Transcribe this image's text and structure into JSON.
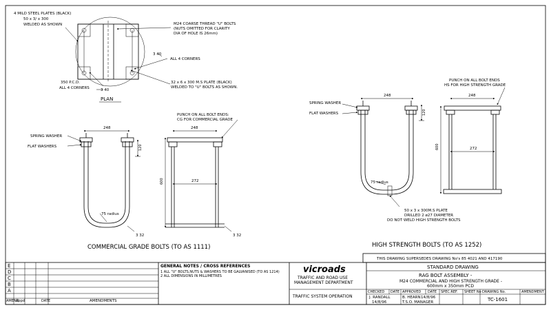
{
  "plan": {
    "label_plates": "4 MILD STEEL PLATES (BLACK)",
    "label_plates_size": "50 x 3/ x 300",
    "label_plates_weld": "WELDED AS SHOWN",
    "label_ubolts": "M24 COARSE THREAD \"U\" BOLTS",
    "label_nuts": "(NUTS OMITTED FOR CLARITY",
    "label_hole": "DIA OF HOLE IS 26mm)",
    "label_corner_dim": "3 40",
    "label_all_corners": "ALL 4 CORNERS",
    "label_pcd": "350 P.C.D.",
    "label_pcd_corners": "ALL 4 CORNERS",
    "label_pcd_dim": "3 40",
    "label_ms_plate": "32 x 6 x 300 M.S PLATE (BLACK)",
    "label_ms_weld": "WELDED TO \"U\" BOLTS AS SHOWN.",
    "title": "PLAN"
  },
  "commercial": {
    "punch_note_1": "PUNCH ON ALL BOLT ENDS:",
    "punch_note_2": "CG FOR COMMERCIAL GRADE",
    "dim_left_248": "248",
    "dim_right_248": "248",
    "spring_washer": "SPRING WASHER",
    "flat_washers": "FLAT WASHERS",
    "dim_120": "120",
    "dim_600": "600",
    "dim_272": "272",
    "radius": "75 radius",
    "dim_32_left": "3 32",
    "dim_32_right": "3 32",
    "title": "COMMERCIAL GRADE BOLTS (TO AS 1111)"
  },
  "high": {
    "punch_note_1": "PUNCH ON ALL BOLT ENDS",
    "punch_note_2": "HS FOR HIGH STRENGTH GRADE",
    "dim_left_248": "248",
    "dim_right_248": "248",
    "spring_washer": "SPRING WASHER",
    "flat_washers": "FLAT WASHERS",
    "dim_120": "120",
    "dim_600": "600",
    "dim_272": "272",
    "radius": "75 radius",
    "plate_note_1": "50 x 3 x 300M.S PLATE",
    "plate_note_2": "DRILLED 2 ø27 DIAMETER",
    "plate_note_3": "DO NOT WELD HIGH STRENGTH BOLTS",
    "title": "HIGH STRENGTH BOLTS (TO AS 1252)"
  },
  "supersedes": "THIS DRAWING SUPERSEDES DRAWING No's 85 4021 AND 417190",
  "title_block": {
    "revisions": [
      "E",
      "D",
      "C",
      "B",
      "A"
    ],
    "col_amend": "AMEND",
    "col_appd": "Appd",
    "col_date": "DATE",
    "col_amendments": "AMENDMENTS",
    "general_notes_title": "GENERAL NOTES / CROSS REFERENCES",
    "note_1": "1 ALL \"U\" BOLTS,NUTS & WASHERS TO BE GALVANISED (TO AS 1214)",
    "note_2": "2 ALL DIMENSIONS IN MILLIMETRES",
    "logo": "vicroads",
    "dept_1": "TRAFFIC AND ROAD USE",
    "dept_2": "MANAGEMENT DEPARTMENT",
    "dept_3": "TRAFFIC SYSTEM OPERATION",
    "standard": "STANDARD DRAWING",
    "drawing_title_1": "RAG BOLT ASSEMBLY -",
    "drawing_title_2": "M24 COMMERCIAL AND HIGH STRENGTH GRADE -",
    "drawing_title_3": "600mm x 350mm PCD",
    "checked_label": "CHECKED",
    "checked_date_label": "DATE",
    "checked_by": "J. RANDALL",
    "checked_date": "14/8/96",
    "approved_label": "APPROVED",
    "approved_date_label": "DATE",
    "approved_by": "B. HEARN",
    "approved_date": "14/8/96",
    "approved_role": "T.S.O. MANAGER",
    "spec_ref": "SPEC.REF.",
    "sheet_no": "SHEET No",
    "drawing_no_label": "DRAWING No.",
    "amendment": "AMENDMENT",
    "drawing_no": "TC-1601"
  }
}
